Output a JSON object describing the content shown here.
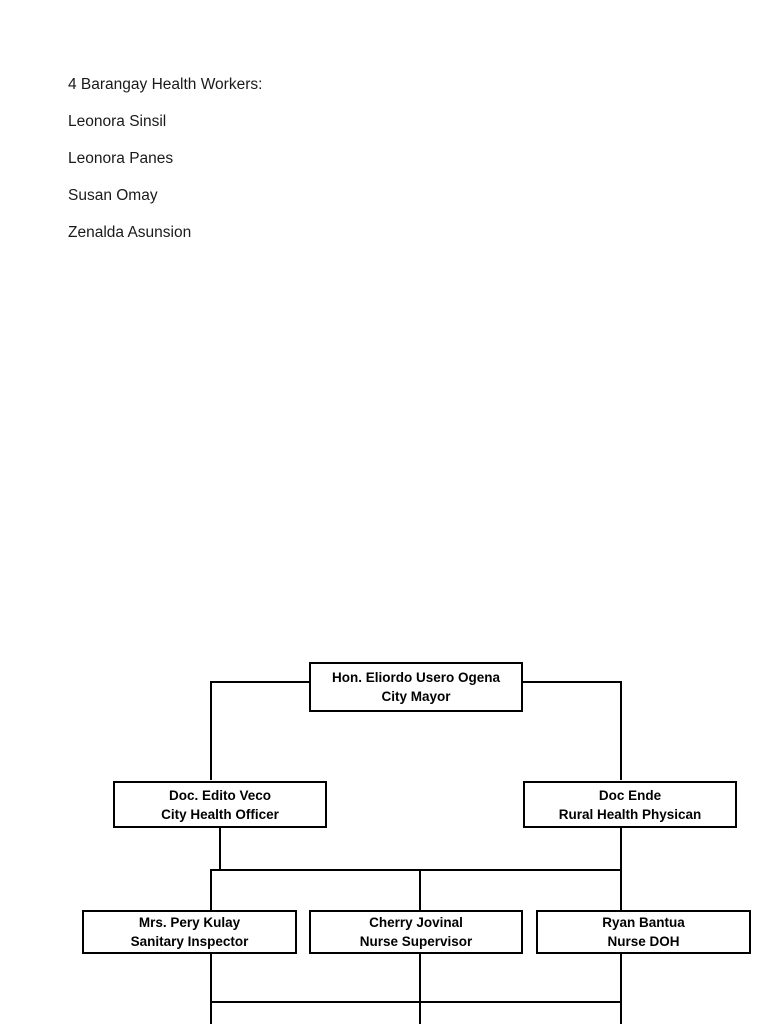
{
  "document": {
    "text_block": {
      "lines": [
        "4 Barangay Health Workers:",
        "Leonora Sinsil",
        "Leonora Panes",
        "Susan Omay",
        "Zenalda Asunsion"
      ]
    },
    "org_chart": {
      "nodes": [
        {
          "id": "mayor",
          "line1": "Hon. Eliordo Usero Ogena",
          "line2": "City Mayor"
        },
        {
          "id": "health-officer",
          "line1": "Doc. Edito Veco",
          "line2": "City Health Officer"
        },
        {
          "id": "rural-physician",
          "line1": "Doc Ende",
          "line2": "Rural Health Physican"
        },
        {
          "id": "sanitary",
          "line1": "Mrs. Pery Kulay",
          "line2": "Sanitary Inspector"
        },
        {
          "id": "nurse-supervisor",
          "line1": "Cherry Jovinal",
          "line2": "Nurse Supervisor"
        },
        {
          "id": "nurse-doh",
          "line1": "Ryan Bantua",
          "line2": "Nurse DOH"
        }
      ]
    }
  },
  "colors": {
    "page_background": "#ffffff",
    "text": "#1a1a1a",
    "chart_line": "#000000"
  }
}
